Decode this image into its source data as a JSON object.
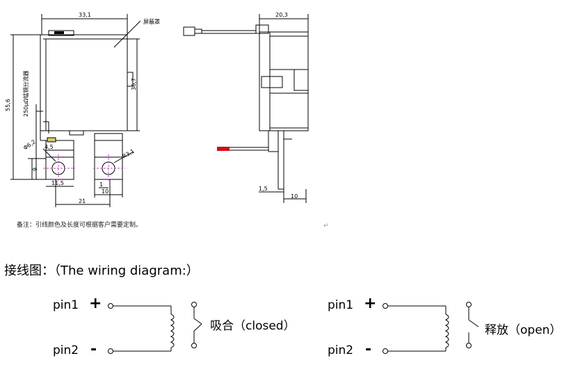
{
  "drawing": {
    "dim_width_front": "33,1",
    "dim_width_side": "20,3",
    "shield_label": "屏蔽罩",
    "dim_height_total": "55,6",
    "dim_height_body": "36,7",
    "shunt_label": "250μΩ锰铜分流器",
    "dim_hole_dia": "Φ6,2",
    "dim_4_5": "4,5",
    "dim_9": "9",
    "dim_r3_1": "R3,1",
    "dim_11_5": "11,5",
    "dim_1": "1",
    "dim_10_bottom": "10",
    "dim_21": "21",
    "dim_1_5": "1,5",
    "dim_10_side": "10",
    "note": "备注：引线颜色及长度可根据客户需要定制。"
  },
  "wiring": {
    "heading": "接线图：（The wiring diagram:）",
    "left": {
      "pin1": "pin1",
      "pin2": "pin2",
      "plus": "+",
      "minus": "-",
      "state": "吸合（closed）"
    },
    "right": {
      "pin1": "pin1",
      "pin2": "pin2",
      "plus": "+",
      "minus": "-",
      "state": "释放（open）"
    }
  },
  "colors": {
    "lead_red": "#d01010",
    "hole_mark": "#cc44cc"
  }
}
